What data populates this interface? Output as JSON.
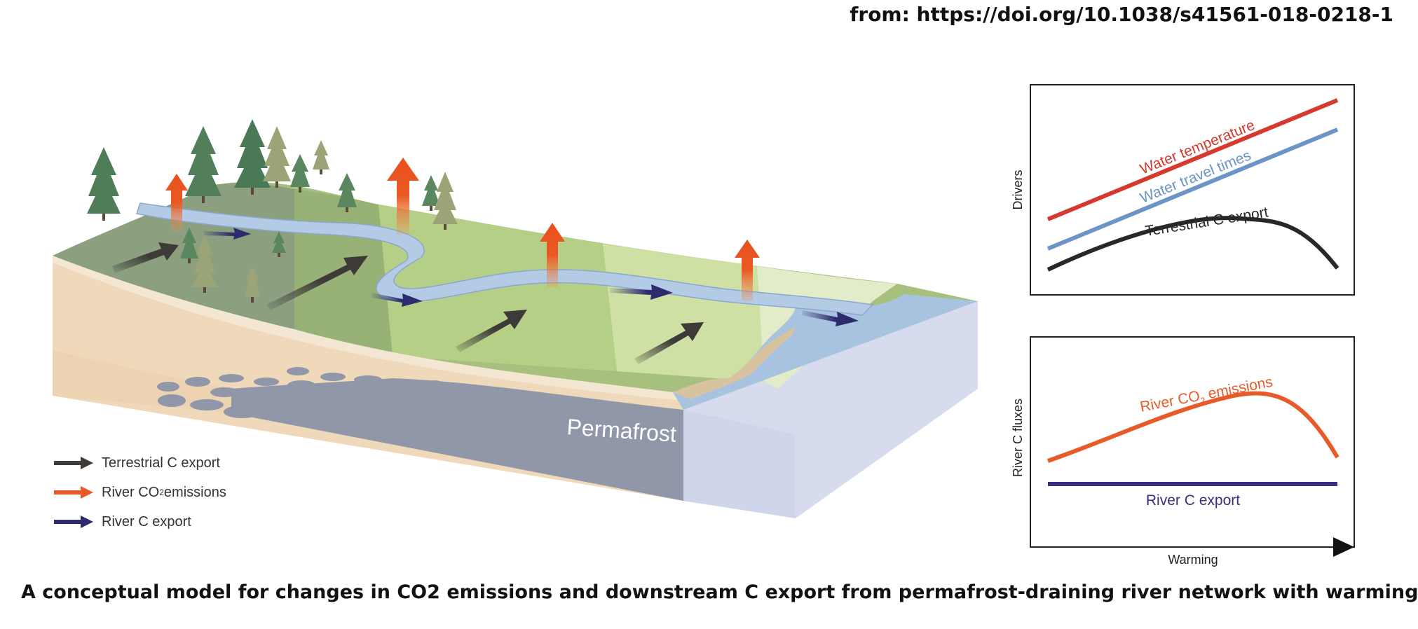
{
  "source_note": "from: https://doi.org/10.1038/s41561-018-0218-1",
  "caption": "A conceptual model for changes in CO2 emissions and downstream C export from permafrost-draining river network with warming",
  "block": {
    "permafrost_label": "Permafrost"
  },
  "legend": [
    {
      "label_main": "Terrestrial C export",
      "label_sub": "",
      "label_tail": "",
      "color": "#3f3b38"
    },
    {
      "label_main": "River CO",
      "label_sub": "2",
      "label_tail": " emissions",
      "color": "#e85a28"
    },
    {
      "label_main": "River C export",
      "label_sub": "",
      "label_tail": "",
      "color": "#2e2a6e"
    }
  ],
  "drivers_panel": {
    "ylabel": "Drivers",
    "water_temperature": "Water temperature",
    "water_travel_times": "Water travel times",
    "terrestrial_c_export": "Terrestrial C export",
    "colors": {
      "temperature": "#d63a2e",
      "travel": "#6b95c7",
      "terrestrial": "#2a2826"
    }
  },
  "fluxes_panel": {
    "ylabel": "River C fluxes",
    "co2_main": "River CO",
    "co2_sub": "2",
    "co2_tail": " emissions",
    "river_c_export": "River C export",
    "xlabel": "Warming",
    "colors": {
      "co2": "#e85a28",
      "export": "#3b2e7e"
    }
  }
}
